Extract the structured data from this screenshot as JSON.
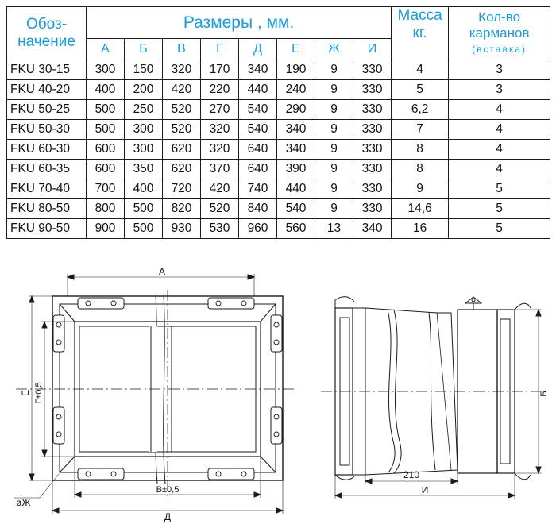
{
  "table": {
    "header": {
      "designation": [
        "Обоз-",
        "начение"
      ],
      "dimensions": "Размеры , мм.",
      "mass": [
        "Масса",
        "кг."
      ],
      "pockets": [
        "Кол-во",
        "карманов"
      ],
      "pockets_sub": "(вставка)",
      "letters": [
        "А",
        "Б",
        "В",
        "Г",
        "Д",
        "Е",
        "Ж",
        "И"
      ]
    },
    "rows": [
      {
        "model": "FKU 30-15",
        "values": [
          "300",
          "150",
          "320",
          "170",
          "340",
          "190",
          "9",
          "330"
        ],
        "mass": "4",
        "pockets": "3"
      },
      {
        "model": "FKU 40-20",
        "values": [
          "400",
          "200",
          "420",
          "220",
          "440",
          "240",
          "9",
          "330"
        ],
        "mass": "5",
        "pockets": "3"
      },
      {
        "model": "FKU 50-25",
        "values": [
          "500",
          "250",
          "520",
          "270",
          "540",
          "290",
          "9",
          "330"
        ],
        "mass": "6,2",
        "pockets": "4"
      },
      {
        "model": "FKU 50-30",
        "values": [
          "500",
          "300",
          "520",
          "320",
          "540",
          "340",
          "9",
          "330"
        ],
        "mass": "7",
        "pockets": "4"
      },
      {
        "model": "FKU 60-30",
        "values": [
          "600",
          "300",
          "620",
          "320",
          "640",
          "340",
          "9",
          "330"
        ],
        "mass": "8",
        "pockets": "4"
      },
      {
        "model": "FKU 60-35",
        "values": [
          "600",
          "350",
          "620",
          "370",
          "640",
          "390",
          "9",
          "330"
        ],
        "mass": "8",
        "pockets": "4"
      },
      {
        "model": "FKU 70-40",
        "values": [
          "700",
          "400",
          "720",
          "420",
          "740",
          "440",
          "9",
          "330"
        ],
        "mass": "9",
        "pockets": "5"
      },
      {
        "model": "FKU 80-50",
        "values": [
          "800",
          "500",
          "820",
          "520",
          "840",
          "540",
          "9",
          "330"
        ],
        "mass": "14,6",
        "pockets": "5"
      },
      {
        "model": "FKU 90-50",
        "values": [
          "900",
          "500",
          "930",
          "530",
          "960",
          "560",
          "13",
          "340"
        ],
        "mass": "16",
        "pockets": "5"
      }
    ]
  },
  "front_view": {
    "dim_top": "А",
    "dim_left_outer": "Е",
    "dim_left_inner": "Г±0,5",
    "dim_bottom_inner": "В±0,5",
    "dim_bottom_outer": "Д",
    "hole_label": "øЖ"
  },
  "side_view": {
    "dim_right": "Б",
    "dim_length": "210",
    "dim_total": "И"
  },
  "colors": {
    "header_text": "#1a9bd9",
    "lines": "#1a1a1a"
  }
}
